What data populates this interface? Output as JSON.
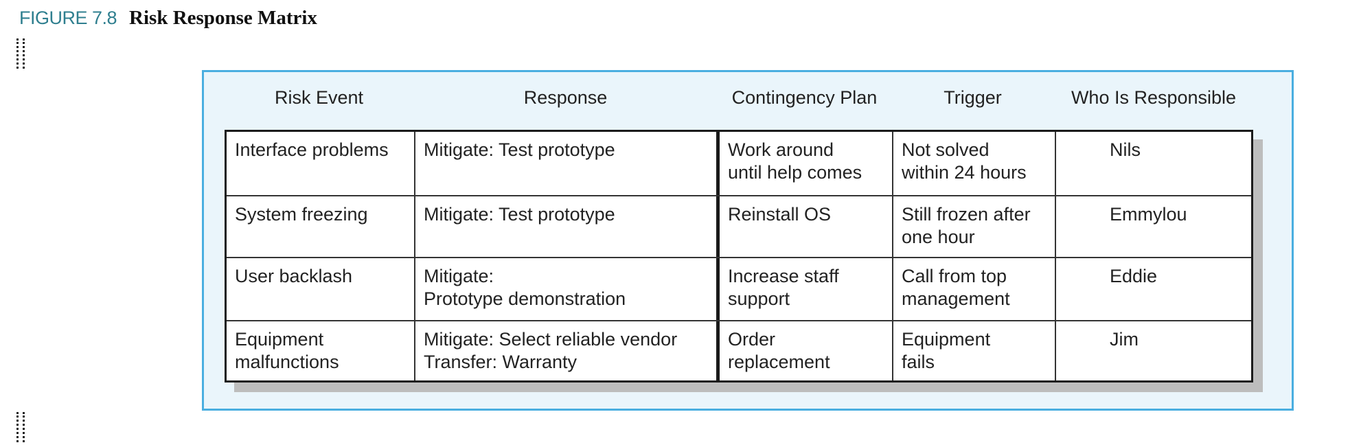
{
  "figure": {
    "label": "FIGURE 7.8",
    "title": "Risk Response Matrix"
  },
  "table": {
    "headers": [
      "Risk Event",
      "Response",
      "Contingency Plan",
      "Trigger",
      "Who Is Responsible"
    ],
    "rows": [
      [
        "Interface problems",
        "Mitigate: Test prototype",
        "Work around\nuntil help comes",
        "Not solved\nwithin 24 hours",
        "Nils"
      ],
      [
        "System freezing",
        "Mitigate: Test prototype",
        "Reinstall OS",
        "Still frozen after\none hour",
        "Emmylou"
      ],
      [
        "User backlash",
        "Mitigate:\nPrototype demonstration",
        "Increase staff\nsupport",
        "Call from top\nmanagement",
        "Eddie"
      ],
      [
        "Equipment\nmalfunctions",
        "Mitigate: Select reliable vendor\nTransfer: Warranty",
        "Order\nreplacement",
        "Equipment\nfails",
        "Jim"
      ]
    ]
  },
  "colors": {
    "panel_background": "#eaf5fb",
    "panel_border": "#4aaee0",
    "figure_label": "#2f7f8f"
  }
}
